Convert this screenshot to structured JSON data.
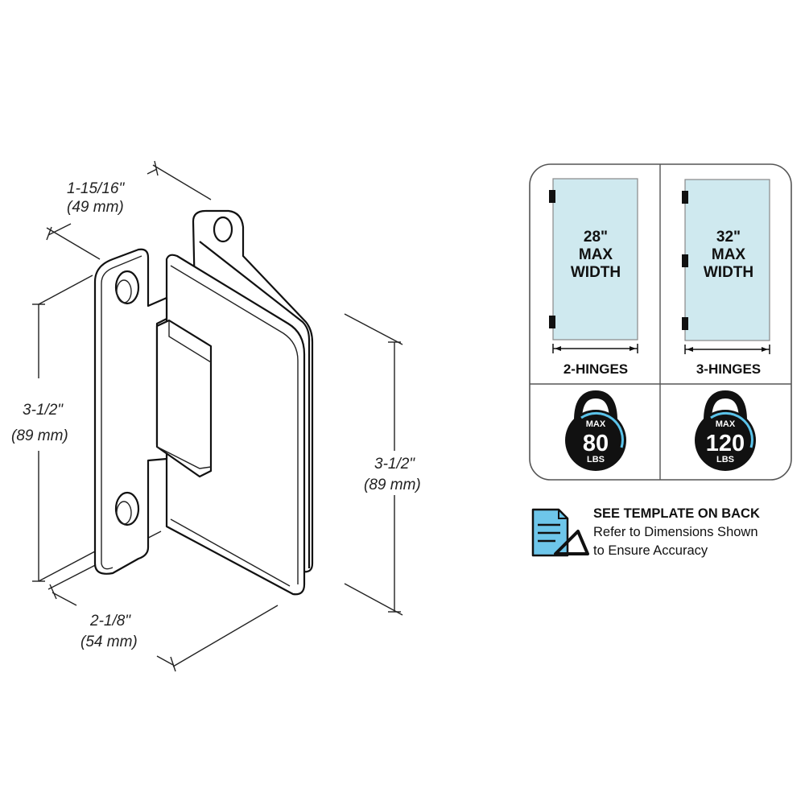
{
  "dimensions": {
    "depth": {
      "imperial": "1-15/16\"",
      "metric": "(49 mm)"
    },
    "left_height": {
      "imperial": "3-1/2\"",
      "metric": "(89 mm)"
    },
    "right_height": {
      "imperial": "3-1/2\"",
      "metric": "(89 mm)"
    },
    "width": {
      "imperial": "2-1/8\"",
      "metric": "(54 mm)"
    }
  },
  "panels": [
    {
      "width": "28\"",
      "line2": "MAX",
      "line3": "WIDTH",
      "hinges_label": "2-HINGES",
      "hinge_count": 2,
      "weight": {
        "top": "MAX",
        "value": "80",
        "unit": "LBS"
      }
    },
    {
      "width": "32\"",
      "line2": "MAX",
      "line3": "WIDTH",
      "hinges_label": "3-HINGES",
      "hinge_count": 3,
      "weight": {
        "top": "MAX",
        "value": "120",
        "unit": "LBS"
      }
    }
  ],
  "template_note": {
    "heading": "SEE TEMPLATE ON BACK",
    "line1": "Refer to Dimensions Shown",
    "line2": "to Ensure Accuracy"
  },
  "colors": {
    "glass": "#cfe9ef",
    "accent_blue": "#5bc3ea",
    "ink": "#111111"
  }
}
